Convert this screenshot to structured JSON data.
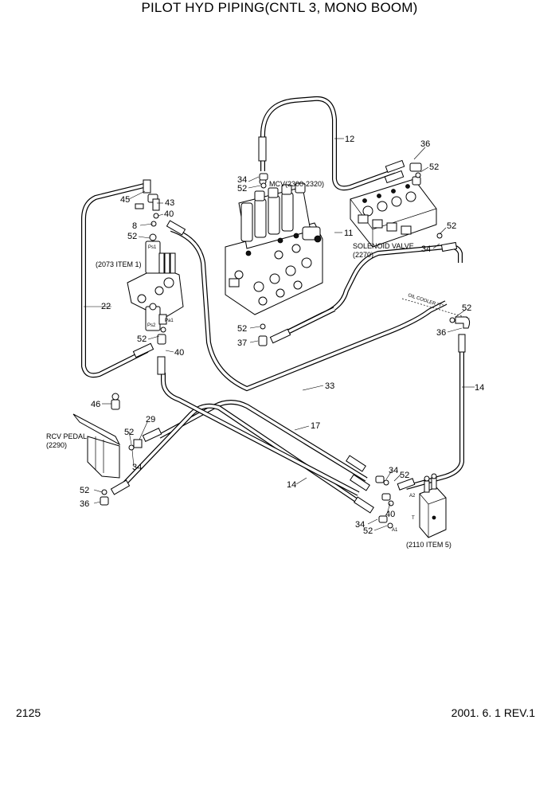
{
  "title": "PILOT HYD PIPING(CNTL 3, MONO BOOM)",
  "page_number": "2125",
  "revision": "2001. 6. 1 REV.1",
  "captions": {
    "mcv": "MCV(2300-2320)",
    "solenoid_valve_line1": "SOLENOID VALVE",
    "solenoid_valve_line2": "(2270)",
    "item_2073": "(2073 ITEM 1)",
    "rcv_pedal_line1": "RCV PEDAL",
    "rcv_pedal_line2": "(2290)",
    "item_2110": "(2110 ITEM 5)",
    "oil_cooler": "OIL COOLER \"T\"",
    "port_ps1": "Ps1",
    "port_ps2": "Ps2",
    "port_pa1": "Pa1",
    "port_a2": "A2",
    "port_a1": "A1",
    "port_t": "T"
  },
  "callouts": {
    "c12": "12",
    "c36a": "36",
    "c52a": "52",
    "c34a": "34",
    "c52b": "52",
    "c45": "45",
    "c43": "43",
    "c8": "8",
    "c40a": "40",
    "c52c": "52",
    "c11": "11",
    "c52d": "52",
    "c34b": "34",
    "c22": "22",
    "c52e": "52",
    "c36b": "36",
    "c52f": "52",
    "c37": "37",
    "c52g": "52",
    "c40b": "40",
    "c33": "33",
    "c14a": "14",
    "c46": "46",
    "c29": "29",
    "c17": "17",
    "c52h": "52",
    "c34c": "34",
    "c34d": "34",
    "c52i": "52",
    "c52j": "52",
    "c36c": "36",
    "c14b": "14",
    "c40c": "40",
    "c34e": "34",
    "c52k": "52"
  }
}
